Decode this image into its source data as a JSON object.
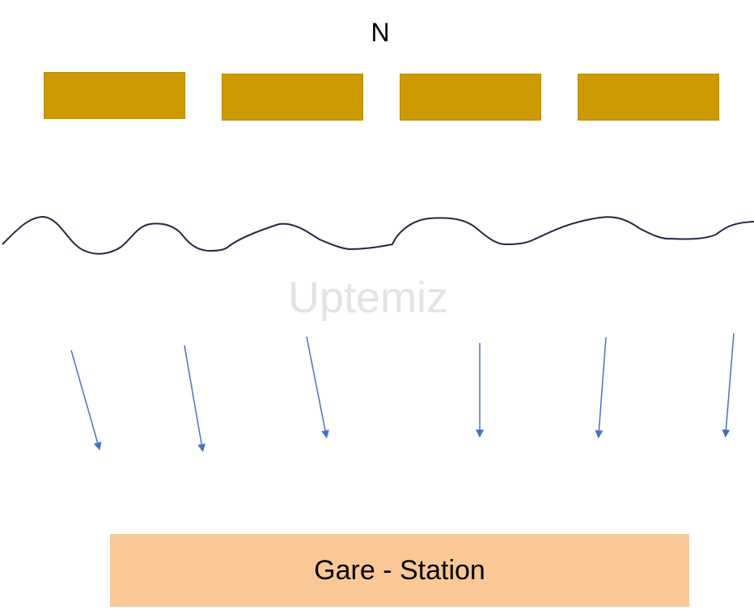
{
  "compass": {
    "label": "N"
  },
  "watermark": {
    "text": "Uptemiz"
  },
  "station": {
    "label": "Gare - Station"
  },
  "blocks": {
    "count_shown": 4
  },
  "arrows": {
    "count_shown": 6,
    "direction": "pointing down toward the station"
  },
  "colors": {
    "block_fill": "#cc9900",
    "station_fill": "#fac896",
    "arrow": "#4472c4",
    "terrain_line": "#1f2a44",
    "watermark": "#e3e3e3"
  }
}
